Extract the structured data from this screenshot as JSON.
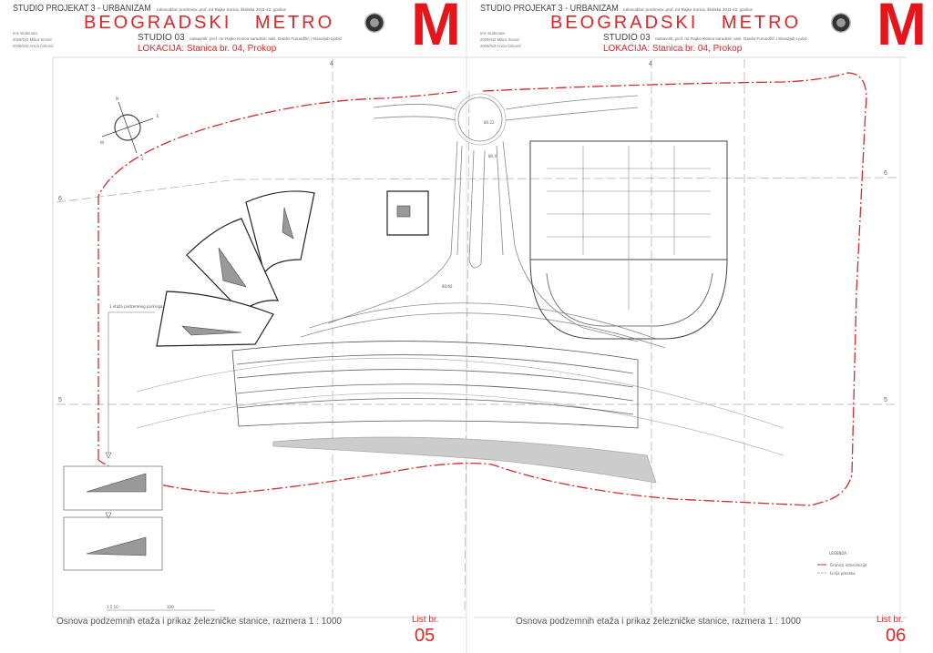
{
  "sheets": [
    {
      "course": "STUDIO PROJEKAT 3 - URBANIZAM",
      "lead": "rukovodilac predmeta: prof. mr Rajko Korica, školska 2011-12. godina",
      "brand": "BEOGRADSKI   METRO",
      "studio": "STUDIO 03",
      "staff": "nastavnik: prof. mr Rajko Korica  saradnik: asis. Danilo Furundžić i Slavoljub Ljubić",
      "students_label": "Ime studenata:",
      "students": [
        "2009/042 Milica Seović",
        "2009/018 Anica Ćirković"
      ],
      "location": "LOKACIJA: Stanica br. 04, Prokop",
      "logo_letter": "M",
      "caption": "Osnova podzemnih etaža i prikaz železničke stanice, razmera  1  : 1000",
      "list_label": "List br.",
      "list_number": "05"
    },
    {
      "course": "STUDIO PROJEKAT 3 - URBANIZAM",
      "lead": "rukovodilac predmeta: prof. mr Rajko Korica, školska 2011-12. godina",
      "brand": "BEOGRADSKI   METRO",
      "studio": "STUDIO 03",
      "staff": "nastavnik: prof. mr Rajko Korica  saradnik: asis. Danilo Furundžić i Slavoljub Ljubić",
      "students_label": "Ime studenata:",
      "students": [
        "2009/042 Milica Seović",
        "2009/018 Anica Ćirković"
      ],
      "location": "LOKACIJA: Stanica br. 04, Prokop",
      "logo_letter": "M",
      "caption": "Osnova podzemnih etaža i prikaz železničke stanice, razmera  1  : 1000",
      "list_label": "List br.",
      "list_number": "06"
    }
  ],
  "drawing": {
    "elevations": [
      "80.22",
      "80.4",
      "80.60"
    ],
    "section_marks": {
      "s4": "4",
      "s5": "5",
      "s6": "6"
    },
    "compass": {
      "n": "N",
      "e": "E",
      "s": "S",
      "w": "W"
    },
    "annotation": "1 etaža podzemnog parkinga",
    "scale_bar": {
      "ticks": "1 5  10",
      "end": "100"
    }
  },
  "legend": {
    "title": "LEGENDA :",
    "items": [
      {
        "label": "Granica intervencije",
        "color": "#d9534f"
      },
      {
        "label": "Linija preseka",
        "color": "#999999"
      }
    ]
  },
  "colors": {
    "accent": "#e32526",
    "line": "#555555"
  }
}
